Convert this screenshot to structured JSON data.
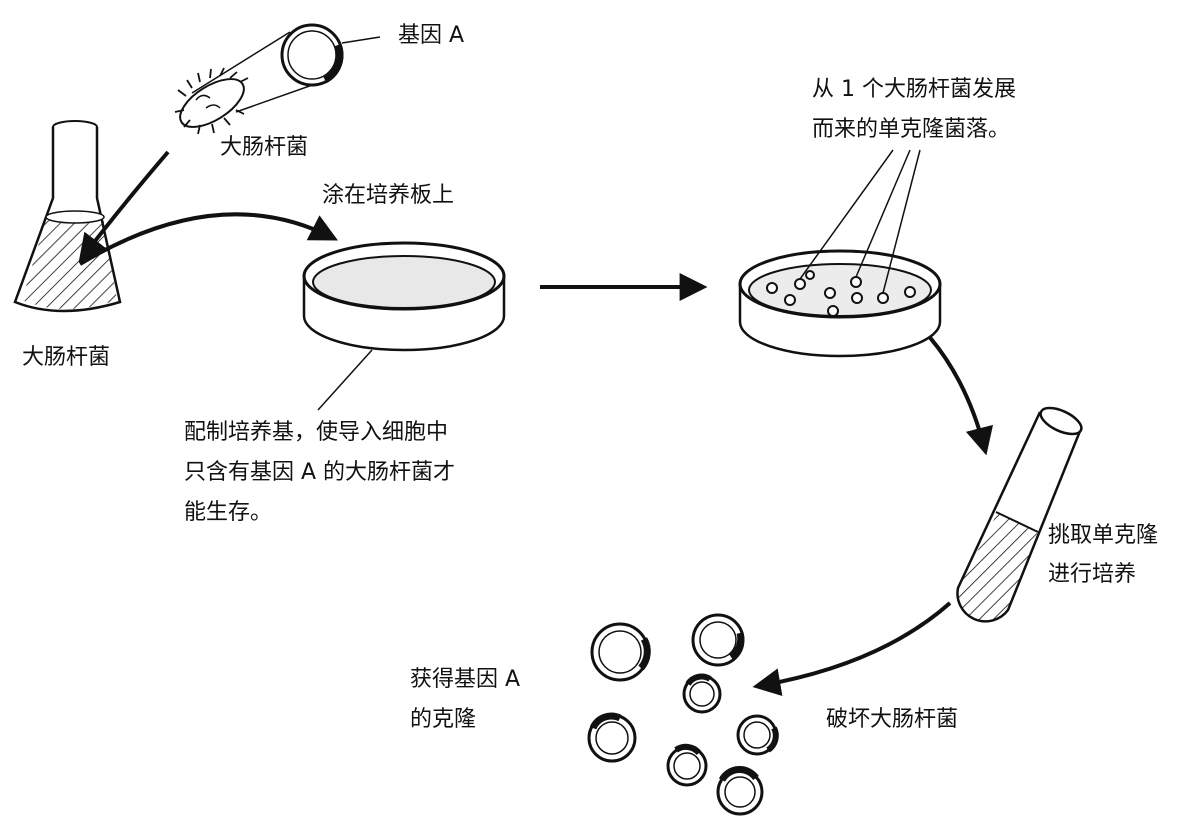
{
  "labels": {
    "gene_a": "基因 A",
    "ecoli_bacterium": "大肠杆菌",
    "ecoli_flask": "大肠杆菌",
    "spread_plate": "涂在培养板上",
    "medium_lines": [
      "配制培养基，使导入细胞中",
      "只含有基因 A 的大肠杆菌才",
      "能生存。"
    ],
    "colony_lines": [
      "从 1 个大肠杆菌发展",
      "而来的单克隆菌落。"
    ],
    "pick_lines": [
      "挑取单克隆",
      "进行培养"
    ],
    "destroy": "破坏大肠杆菌",
    "obtain_lines": [
      "获得基因 A",
      "的克隆"
    ]
  },
  "colors": {
    "ink": "#111111",
    "paper": "#ffffff",
    "rim": "#dddddd"
  },
  "icons": [
    "plasmid-icon",
    "bacterium-icon",
    "flask-icon",
    "petri-dish-icon",
    "colony-dish-icon",
    "test-tube-icon",
    "arrow-icon"
  ]
}
